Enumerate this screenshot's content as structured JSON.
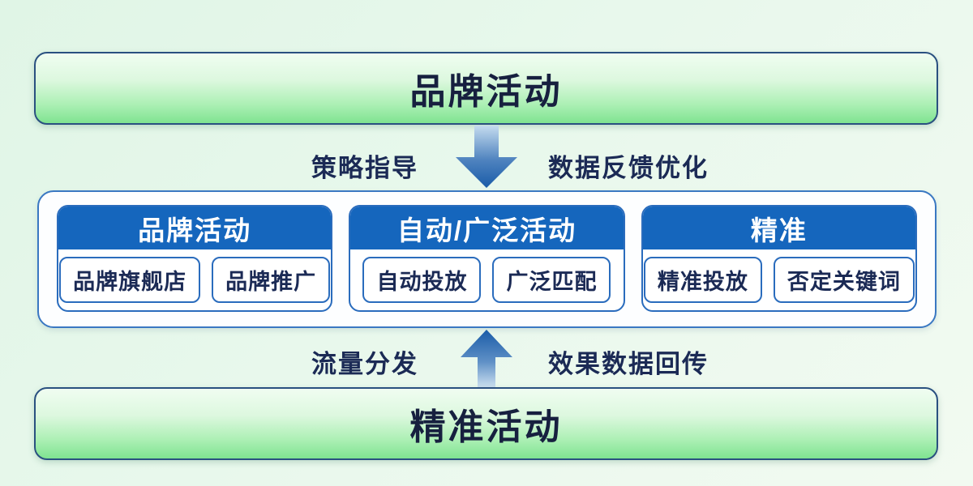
{
  "palette": {
    "banner_green_top": "#f0fdf1",
    "banner_green_bottom": "#7fe391",
    "banner_border": "#2a5080",
    "header_blue": "#1566bd",
    "outline_blue": "#2a6cbd",
    "text_navy": "#1b2a55",
    "arrow_dark_blue": "#1a5ca8",
    "arrow_light_blue": "#c5dcef",
    "background_mint": "#e0f5e6"
  },
  "top_banner": {
    "label": "品牌活动"
  },
  "bottom_banner": {
    "label": "精准活动"
  },
  "top_flow": {
    "direction": "down",
    "left_label": "策略指导",
    "right_label": "数据反馈优化"
  },
  "bottom_flow": {
    "direction": "up",
    "left_label": "流量分发",
    "right_label": "效果数据回传"
  },
  "middle": {
    "groups": [
      {
        "title": "品牌活动",
        "items": [
          "品牌旗舰店",
          "品牌推广"
        ]
      },
      {
        "title": "自动/广泛活动",
        "items": [
          "自动投放",
          "广泛匹配"
        ]
      },
      {
        "title": "精准",
        "items": [
          "精准投放",
          "否定关键词"
        ]
      }
    ]
  }
}
